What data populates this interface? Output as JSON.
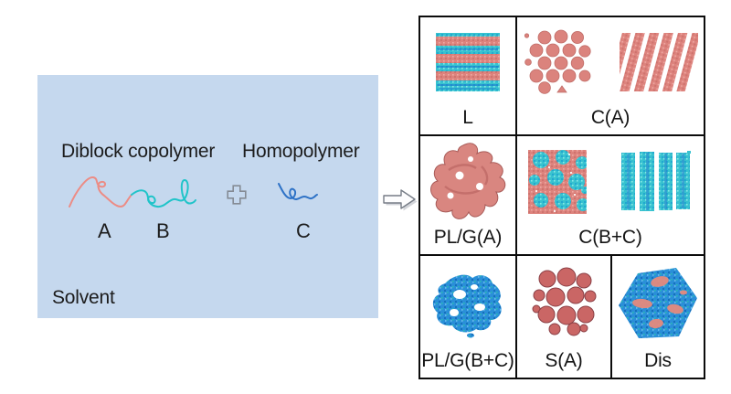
{
  "figure": {
    "left_panel": {
      "background_color": "#c5d8ee",
      "diblock_label": "Diblock copolymer",
      "homopolymer_label": "Homopolymer",
      "block_a_label": "A",
      "block_b_label": "B",
      "homopolymer_c_label": "C",
      "solvent_label": "Solvent",
      "icons": {
        "plus": "plus-icon"
      },
      "chain_colors": {
        "block_a": "#ec8c85",
        "block_b": "#20c4c9",
        "homopolymer_c": "#2e72c6"
      }
    },
    "transform": {
      "icon": "right-block-arrow-icon"
    },
    "morphology_grid": {
      "rows": [
        {
          "cells": [
            {
              "label": "L"
            },
            {
              "label": "C(A)"
            }
          ]
        },
        {
          "cells": [
            {
              "label": "PL/G(A)"
            },
            {
              "label": "C(B+C)"
            }
          ]
        },
        {
          "cells": [
            {
              "label": "PL/G(B+C)"
            },
            {
              "label": "S(A)"
            },
            {
              "label": "Dis"
            }
          ]
        }
      ],
      "colors": {
        "salmon": "#dd837d",
        "cyan": "#38c2cf",
        "blue": "#2a8fd8",
        "sphere_red": "#ca6665",
        "border": "#0c0c0c"
      }
    }
  }
}
